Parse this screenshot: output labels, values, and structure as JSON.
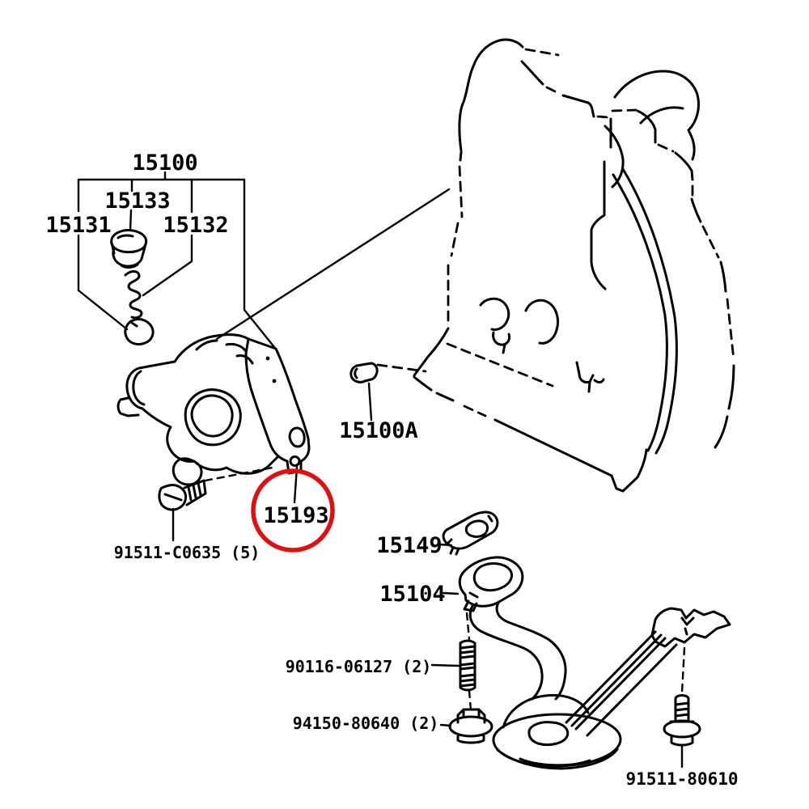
{
  "diagram": {
    "type": "automotive-parts-diagram",
    "background_color": "#ffffff",
    "line_color": "#000000",
    "highlight_color": "#dd1111",
    "labels": {
      "l15100": "15100",
      "l15133": "15133",
      "l15131": "15131",
      "l15132": "15132",
      "l15100A": "15100A",
      "l15193": "15193",
      "l91511C0635": "91511-C0635 (5)",
      "l15149": "15149",
      "l15104": "15104",
      "l9011606127": "90116-06127 (2)",
      "l9415080640": "94150-80640 (2)",
      "l9151180610": "91511-80610"
    }
  }
}
